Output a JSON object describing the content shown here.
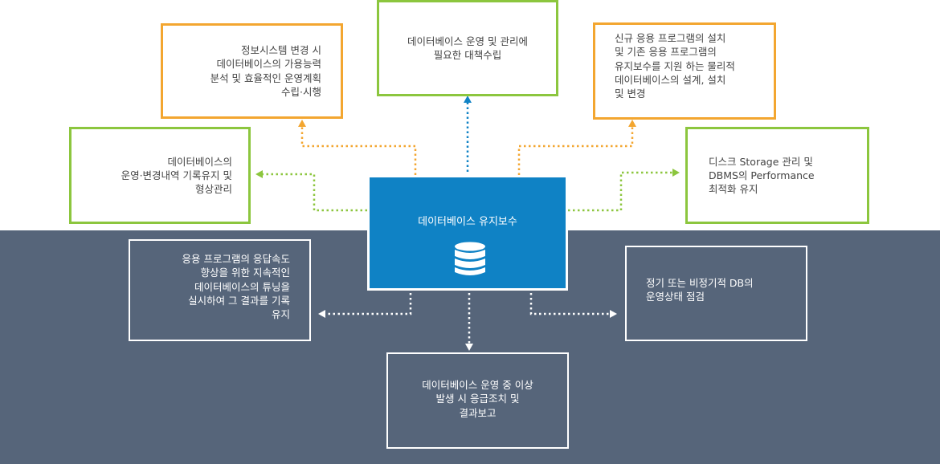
{
  "center": {
    "label": "데이터베이스 유지보수",
    "icon": "database-icon",
    "color": "#0f82c5"
  },
  "colors": {
    "orange": "#f3a630",
    "green": "#8cc63e",
    "blue": "#0f82c5",
    "band": "#56657a"
  },
  "nodes": {
    "top_left": "정보시스템 변경 시\n데이터베이스의 가용능력\n분석 및 효율적인 운영계획\n수립·시행",
    "top_center": "데이터베이스 운영 및 관리에\n필요한 대책수립",
    "top_right": "신규 응용 프로그램의 설치\n및 기존 응용 프로그램의\n유지보수를 지원 하는 물리적\n데이터베이스의 설계, 설치\n및 변경",
    "mid_left": "데이터베이스의\n운영·변경내역 기록유지 및\n형상관리",
    "mid_right": "디스크 Storage 관리 및\nDBMS의 Performance\n최적화 유지",
    "bottom_left": "응용 프로그램의 응답속도\n향상을 위한 지속적인\n데이터베이스의 튜닝을\n실시하여 그 결과를 기록\n유지",
    "bottom_right": "정기 또는 비정기적 DB의\n운영상태 점검",
    "bottom_center": "데이터베이스 운영 중 이상\n발생 시 응급조치 및\n결과보고"
  }
}
